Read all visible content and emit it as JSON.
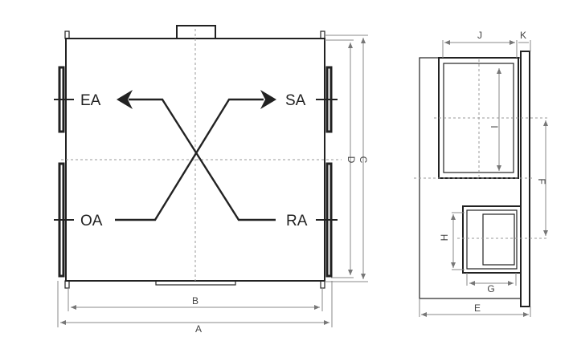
{
  "airflow": {
    "ea": "EA",
    "sa": "SA",
    "oa": "OA",
    "ra": "RA"
  },
  "dimensions": {
    "a": "A",
    "b": "B",
    "c": "C",
    "d": "D",
    "e": "E",
    "f": "F",
    "g": "G",
    "h": "H",
    "i": "I",
    "j": "J",
    "k": "K"
  },
  "colors": {
    "line": "#222222",
    "dimension": "#888888"
  }
}
